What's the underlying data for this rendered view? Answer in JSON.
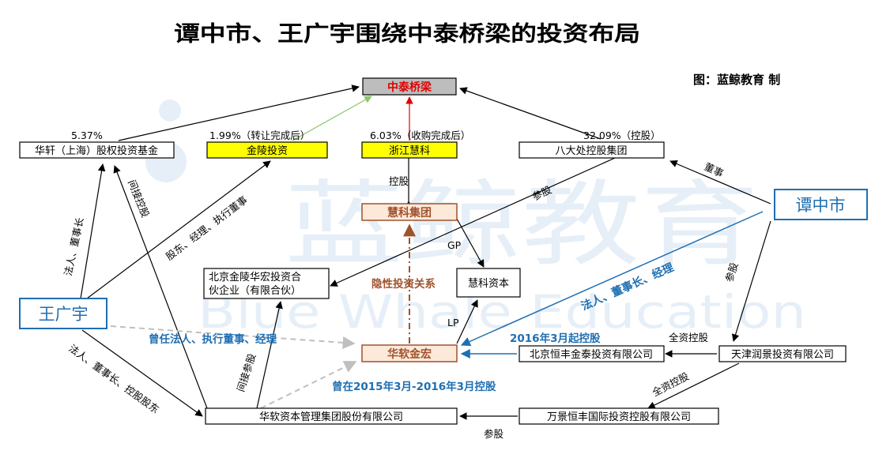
{
  "title": "谭中市、王广宇围绕中泰桥梁的投资布局",
  "credit": "图：蓝鲸教育 制",
  "watermark": {
    "cn": "蓝鲸教育",
    "en": "Blue Whale Education"
  },
  "nodes": {
    "zhongtai": "中泰桥梁",
    "huaxuan": "华轩（上海）股权投资基金",
    "jinling": "金陵投资",
    "zhejiang_huike": "浙江慧科",
    "bada": "八大处控股集团",
    "huike_group": "慧科集团",
    "beijing_jinling_1": "北京金陵华宏投资合",
    "beijing_jinling_2": "伙企业（有限合伙）",
    "huike_capital": "慧科资本",
    "huaruan_jinhong": "华软金宏",
    "hengfeng": "北京恒丰金泰投资有限公司",
    "tianjin": "天津润景投资有限公司",
    "huaruan_capital": "华软资本管理集团股份有限公司",
    "wanjing": "万景恒丰国际投资控股有限公司",
    "wang": "王广宇",
    "tan": "谭中市"
  },
  "labels": {
    "pct_huaxuan": "5.37%",
    "pct_jinling": "1.99%（转让完成后）",
    "pct_zhejiang": "6.03%（收购完成后）",
    "pct_bada": "32.09%（控股）",
    "konggu": "控股",
    "gp": "GP",
    "lp": "LP",
    "canggu_bada": "参股",
    "dongshi": "董事",
    "canggu_right": "参股",
    "quanzi_top": "全资控股",
    "quanzi_diag": "全资控股",
    "canggu_bottom": "参股",
    "jianjie_konggu": "间接控股",
    "jianjie_canggu": "间接参股",
    "faren_dongshizhang": "法人、董事长",
    "gudong_jingli": "股东、经理、执行董事",
    "faren_konggu": "法人、董事长、控股股东",
    "cengren": "曾任法人、执行董事、经理",
    "yinxing": "隐性投资关系",
    "since2016": "2016年3月起控股",
    "tan_roles": "法人、董事长、经理",
    "ceng_period": "曾在2015年3月-2016年3月控股"
  },
  "colors": {
    "red": "#e00000",
    "yellow": "#ffff00",
    "gray_box": "#bdbdbd",
    "brown": "#a0522d",
    "orange_fill": "#fde9d9",
    "blue": "#1f6fb2",
    "green_arrow": "#8dc66a",
    "dashed_gray": "#bfbfbf",
    "watermark": "#d6e6f2"
  }
}
